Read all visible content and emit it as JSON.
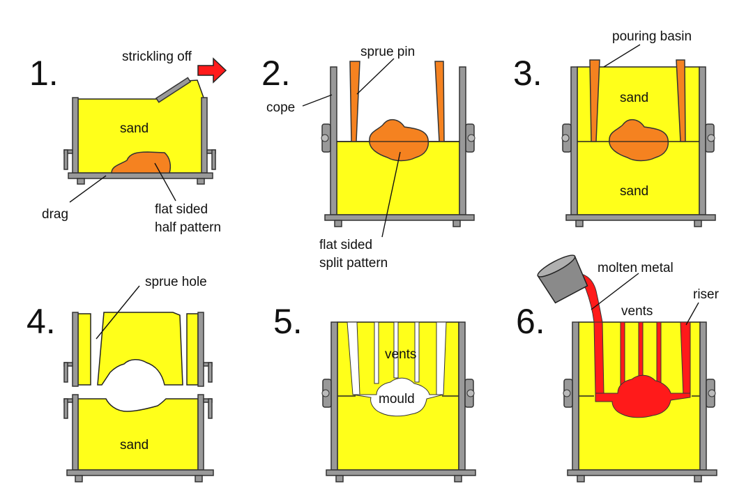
{
  "steps": [
    {
      "number": "1.",
      "labels": {
        "strickling": "strickling off",
        "sand": "sand",
        "drag": "drag",
        "pattern_l1": "flat sided",
        "pattern_l2": "half pattern"
      }
    },
    {
      "number": "2.",
      "labels": {
        "sprue_pin": "sprue pin",
        "cope": "cope",
        "pattern_l1": "flat sided",
        "pattern_l2": "split pattern"
      }
    },
    {
      "number": "3.",
      "labels": {
        "pouring_basin": "pouring basin",
        "sand_top": "sand",
        "sand_bottom": "sand"
      }
    },
    {
      "number": "4.",
      "labels": {
        "sprue_hole": "sprue hole",
        "sand": "sand"
      }
    },
    {
      "number": "5.",
      "labels": {
        "vents": "vents",
        "mould": "mould"
      }
    },
    {
      "number": "6.",
      "labels": {
        "molten_metal": "molten metal",
        "vents": "vents",
        "riser": "riser"
      }
    }
  ],
  "colors": {
    "sand": "#ffff1a",
    "pattern": "#f58220",
    "metal": "#ff1a1a",
    "steel": "#999999",
    "arrow": "#ff1a1a"
  },
  "icons": [
    "right-arrow-icon",
    "ladle-icon"
  ]
}
